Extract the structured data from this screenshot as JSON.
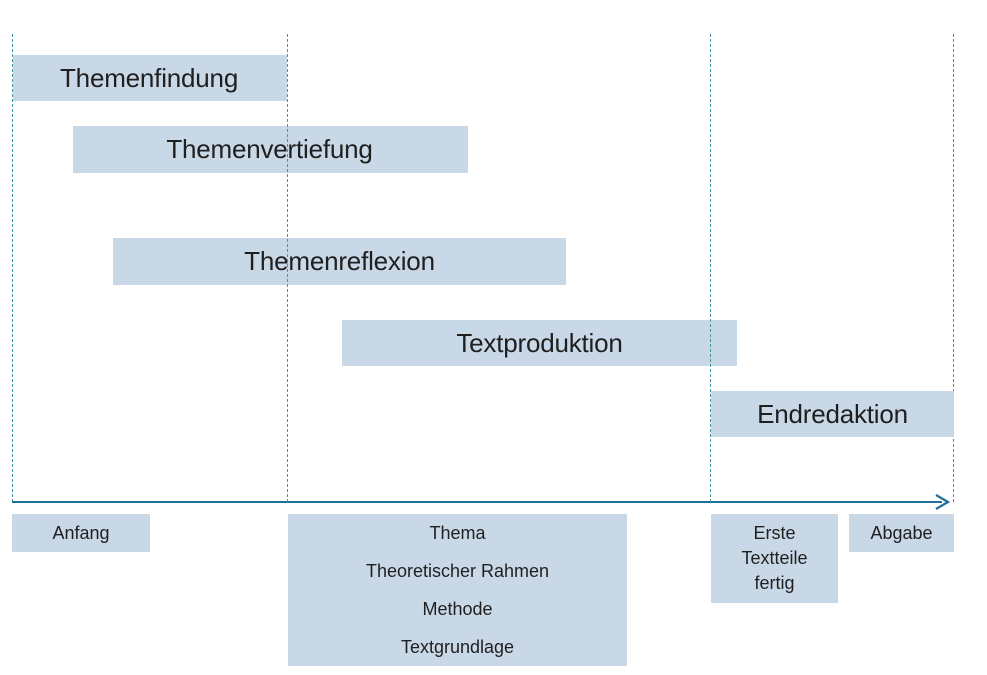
{
  "phases": [
    {
      "label": "Themenfindung"
    },
    {
      "label": "Themenvertiefung"
    },
    {
      "label": "Themenreflexion"
    },
    {
      "label": "Textproduktion"
    },
    {
      "label": "Endredaktion"
    }
  ],
  "colors": {
    "bar": "#c9d8e7",
    "axis": "#1d6f98",
    "guide_line": "#3f9a9e"
  },
  "milestones": {
    "start": {
      "label": "Anfang"
    },
    "middle": {
      "items": [
        "Thema",
        "Theoretischer Rahmen",
        "Methode",
        "Textgrundlage"
      ]
    },
    "draft": {
      "lines": [
        "Erste",
        "Textteile",
        "fertig"
      ]
    },
    "end": {
      "label": "Abgabe"
    }
  }
}
